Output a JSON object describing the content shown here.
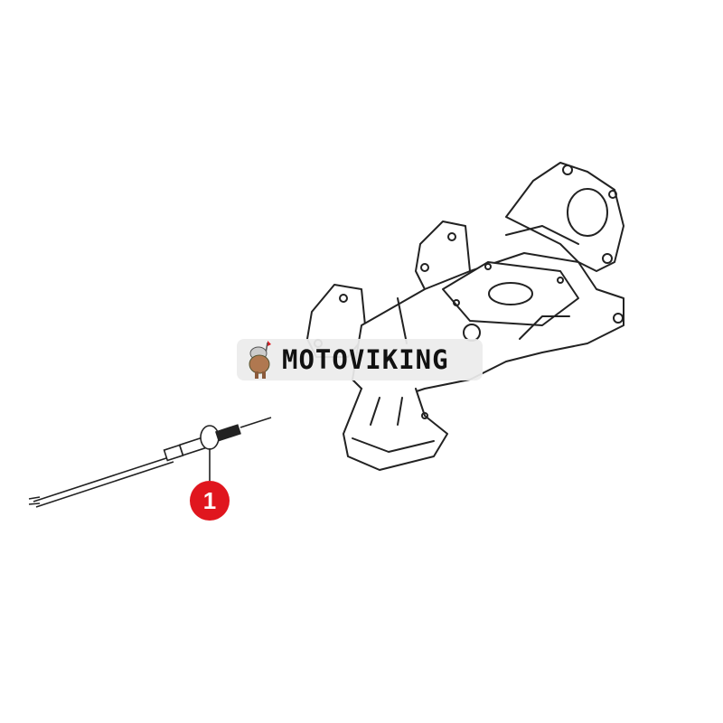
{
  "diagram": {
    "title": "",
    "parts": [
      {
        "number": "1",
        "description": "sensor with cable and forked terminal, threaded into manifold"
      }
    ],
    "main_component": "exhaust manifold",
    "callout_color": "#e0161e"
  },
  "watermark": {
    "brand": "MOTOVIKING",
    "logo": "viking-mascot-icon"
  }
}
